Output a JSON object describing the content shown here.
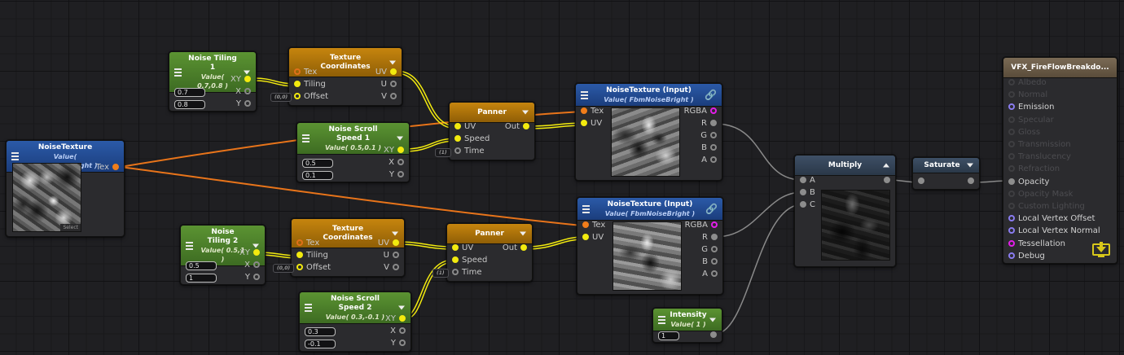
{
  "canvas": {
    "grid": "dark",
    "background": "#1f1f22"
  },
  "colors": {
    "wire_yellow": "#f2ea0f",
    "wire_orange": "#e8741a",
    "wire_grey": "#8a8a8a",
    "header_green": "#4f8a2b",
    "header_orange": "#b77a0c",
    "header_blue": "#23508f",
    "header_slate": "#34455a",
    "header_output": "#6b5c48"
  },
  "nodes": {
    "noise_texture": {
      "title": "NoiseTexture",
      "subtitle": "Value( FbmNoiseBright )",
      "output": "Tex",
      "select_label": "Select"
    },
    "noise_tiling_1": {
      "title": "Noise Tiling 1",
      "subtitle": "Value( 0.7,0.8 )",
      "outputs": [
        "XY",
        "X",
        "Y"
      ],
      "x_value": "0.7",
      "y_value": "0.8"
    },
    "tex_coords_1": {
      "title": "Texture Coordinates",
      "inputs": [
        "Tex",
        "Tiling",
        "Offset"
      ],
      "outputs": [
        "UV",
        "U",
        "V"
      ],
      "offset_default": "(0,0)"
    },
    "noise_scroll_1": {
      "title": "Noise Scroll Speed 1",
      "subtitle": "Value( 0.5,0.1 )",
      "outputs": [
        "XY",
        "X",
        "Y"
      ],
      "x_value": "0.5",
      "y_value": "0.1"
    },
    "panner_1": {
      "title": "Panner",
      "inputs": [
        "UV",
        "Speed",
        "Time"
      ],
      "output": "Out",
      "time_default": "(1)"
    },
    "noise_input_1": {
      "title": "NoiseTexture (Input)",
      "subtitle": "Value( FbmNoiseBright )",
      "inputs": [
        "Tex",
        "UV"
      ],
      "outputs": [
        "RGBA",
        "R",
        "G",
        "B",
        "A"
      ]
    },
    "noise_tiling_2": {
      "title": "Noise Tiling 2",
      "subtitle": "Value( 0.5,1 )",
      "outputs": [
        "XY",
        "X",
        "Y"
      ],
      "x_value": "0.5",
      "y_value": "1"
    },
    "tex_coords_2": {
      "title": "Texture Coordinates",
      "inputs": [
        "Tex",
        "Tiling",
        "Offset"
      ],
      "outputs": [
        "UV",
        "U",
        "V"
      ],
      "offset_default": "(0,0)"
    },
    "panner_2": {
      "title": "Panner",
      "inputs": [
        "UV",
        "Speed",
        "Time"
      ],
      "output": "Out",
      "time_default": "(1)"
    },
    "noise_scroll_2": {
      "title": "Noise Scroll Speed 2",
      "subtitle": "Value( 0.3,-0.1 )",
      "outputs": [
        "XY",
        "X",
        "Y"
      ],
      "x_value": "0.3",
      "y_value": "-0.1"
    },
    "noise_input_2": {
      "title": "NoiseTexture (Input)",
      "subtitle": "Value( FbmNoiseBright )",
      "inputs": [
        "Tex",
        "UV"
      ],
      "outputs": [
        "RGBA",
        "R",
        "G",
        "B",
        "A"
      ]
    },
    "intensity": {
      "title": "Intensity",
      "subtitle": "Value( 1 )",
      "value": "1"
    },
    "multiply": {
      "title": "Multiply",
      "inputs": [
        "A",
        "B",
        "C"
      ]
    },
    "saturate": {
      "title": "Saturate"
    },
    "output": {
      "title": "VFX_FireFlowBreakdo...",
      "ports": [
        {
          "label": "Albedo",
          "state": "disabled"
        },
        {
          "label": "Normal",
          "state": "disabled"
        },
        {
          "label": "Emission",
          "state": "enabled"
        },
        {
          "label": "Specular",
          "state": "disabled"
        },
        {
          "label": "Gloss",
          "state": "disabled"
        },
        {
          "label": "Transmission",
          "state": "disabled"
        },
        {
          "label": "Translucency",
          "state": "disabled"
        },
        {
          "label": "Refraction",
          "state": "disabled"
        },
        {
          "label": "Opacity",
          "state": "connected"
        },
        {
          "label": "Opacity Mask",
          "state": "disabled"
        },
        {
          "label": "Custom Lighting",
          "state": "disabled"
        },
        {
          "label": "Local Vertex Offset",
          "state": "enabled"
        },
        {
          "label": "Local Vertex Normal",
          "state": "enabled"
        },
        {
          "label": "Tessellation",
          "state": "enabled-magenta"
        },
        {
          "label": "Debug",
          "state": "enabled"
        }
      ]
    }
  }
}
